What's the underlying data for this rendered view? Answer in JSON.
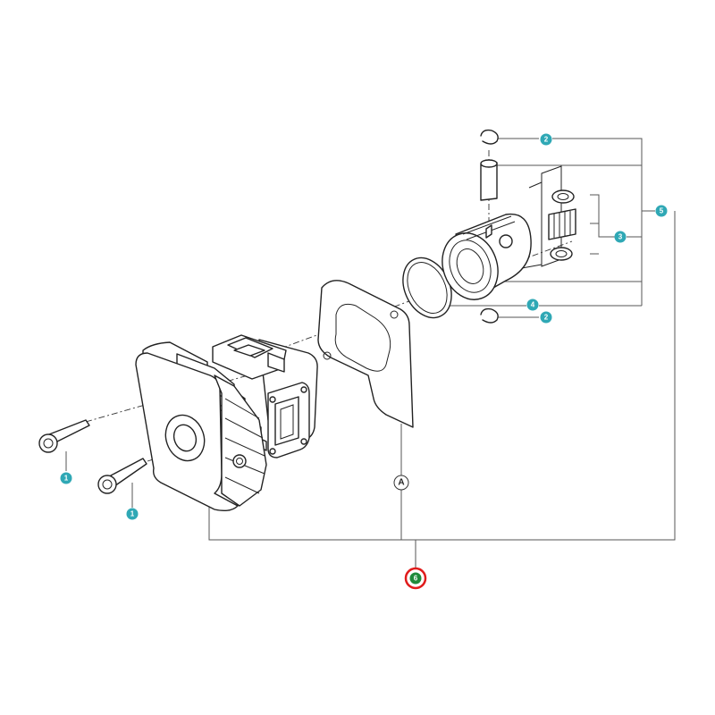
{
  "callouts": {
    "bolt_upper": "1",
    "bolt_lower": "1",
    "circlip_upper": "2",
    "circlip_lower": "2",
    "bearing_set": "3",
    "piston_ring": "4",
    "piston_kit": "5",
    "assembly": "6"
  },
  "letter_markers": {
    "gasket": "A"
  },
  "colors": {
    "callout_fill": "#2fa8b5",
    "assembly_fill": "#1f8a3a",
    "highlight_ring": "#e01b1b"
  }
}
